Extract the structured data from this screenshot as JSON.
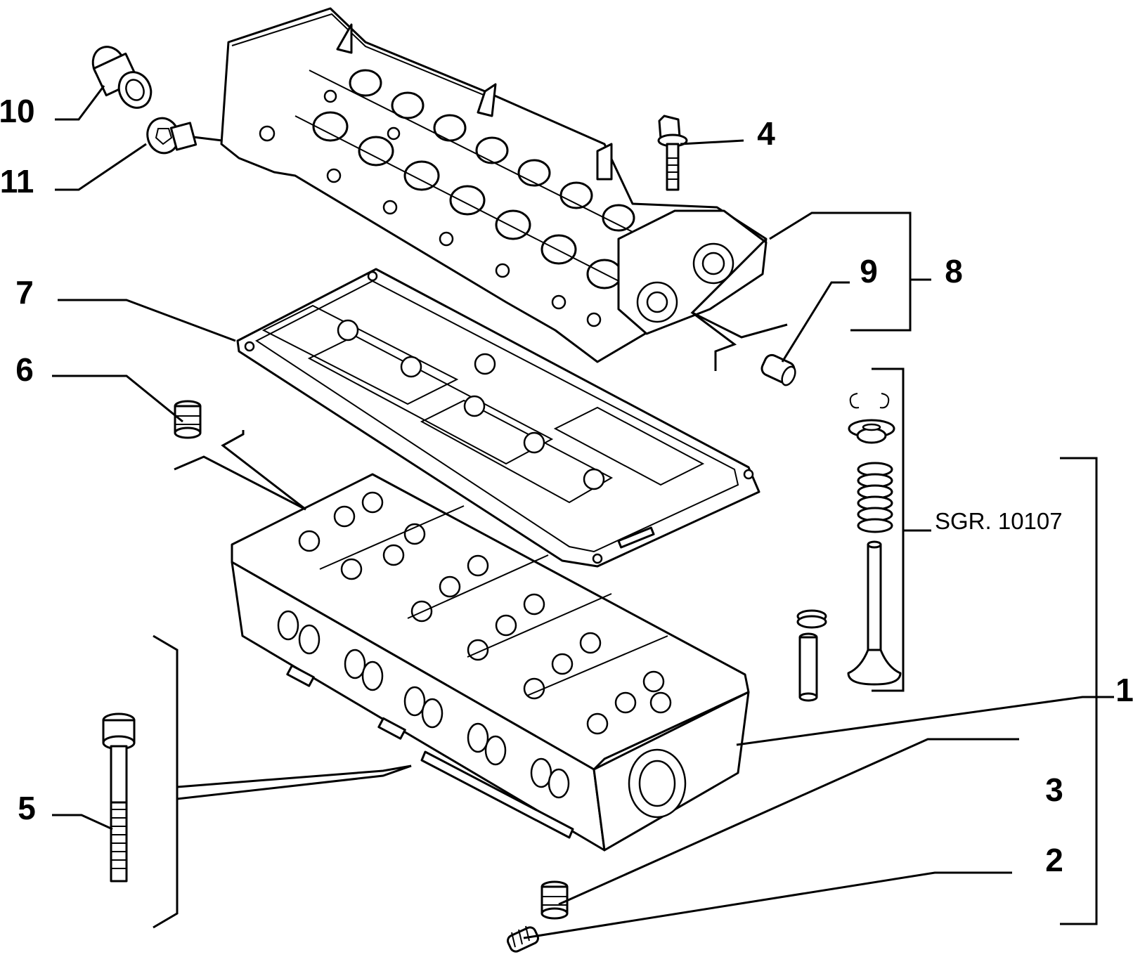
{
  "callouts": {
    "part_1": "1",
    "part_2": "2",
    "part_3": "3",
    "part_4": "4",
    "part_5": "5",
    "part_6": "6",
    "part_7": "7",
    "part_8": "8",
    "part_9": "9",
    "part_10": "10",
    "part_11": "11"
  },
  "references": {
    "valve_group": "SGR. 10107"
  }
}
